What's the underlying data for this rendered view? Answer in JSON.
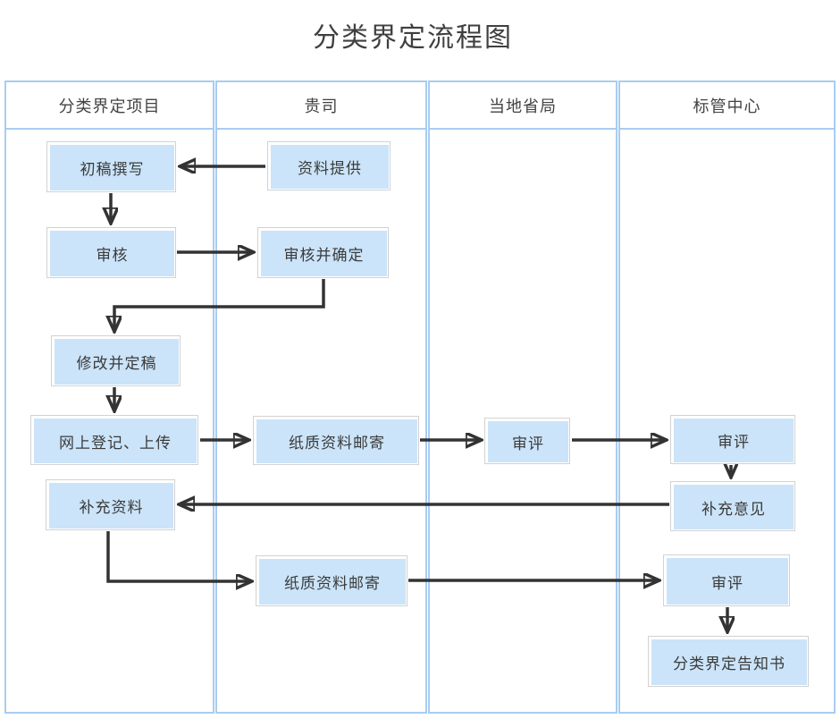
{
  "title": "分类界定流程图",
  "lanes": [
    {
      "header": "分类界定项目"
    },
    {
      "header": "贵司"
    },
    {
      "header": "当地省局"
    },
    {
      "header": "标管中心"
    }
  ],
  "nodes": {
    "draft_writing": "初稿撰写",
    "review": "审核",
    "revise_finalize": "修改并定稿",
    "online_register_upload": "网上登记、上传",
    "supplement_material": "补充资料",
    "material_provide": "资料提供",
    "review_confirm": "审核并确定",
    "paper_mail_1": "纸质资料邮寄",
    "paper_mail_2": "纸质资料邮寄",
    "province_review": "审评",
    "center_review_1": "审评",
    "supplement_opinion": "补充意见",
    "center_review_2": "审评",
    "classification_notice": "分类界定告知书"
  },
  "colors": {
    "node_fill": "#cbe4f9",
    "node_border": "#d2d2d2",
    "lane_border": "#a9ccf0",
    "arrow": "#333333",
    "text": "#3b3b3b",
    "title_text": "#3f3f3f"
  }
}
